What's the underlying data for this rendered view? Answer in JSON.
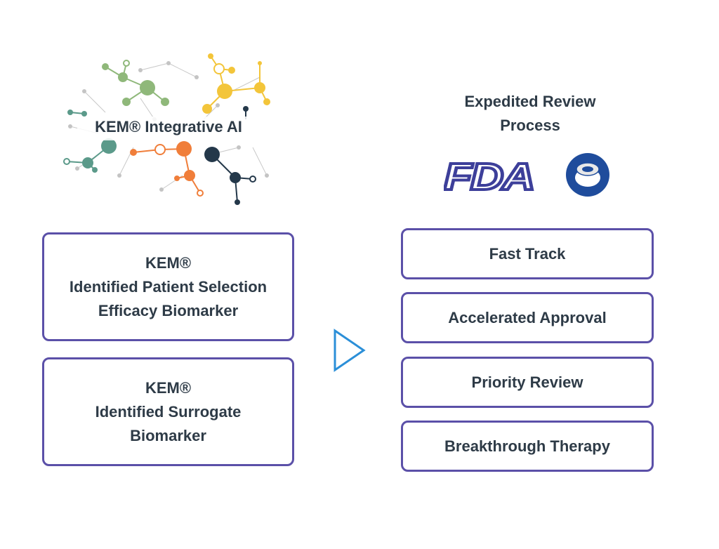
{
  "left": {
    "network_title": "KEM® Integrative AI",
    "boxes": [
      {
        "lines": [
          "KEM®",
          "Identified Patient Selection",
          "Efficacy Biomarker"
        ]
      },
      {
        "lines": [
          "KEM®",
          "Identified Surrogate",
          "Biomarker"
        ]
      }
    ]
  },
  "right": {
    "title_lines": [
      "Expedited Review",
      "Process"
    ],
    "logos": {
      "fda_text": "FDA"
    },
    "items": [
      "Fast Track",
      "Accelerated Approval",
      "Priority Review",
      "Breakthrough Therapy"
    ]
  },
  "colors": {
    "border": "#5b50a8",
    "text": "#2e3b47",
    "arrow": "#2b8fd8",
    "fda": "#3d3f9a",
    "ema": "#1f4c9c",
    "node_green": "#8fb87a",
    "node_yellow": "#f3c53a",
    "node_orange": "#f07e3a",
    "node_dark": "#24384a",
    "node_teal": "#5b9a8a",
    "node_gray": "#c4c4c4"
  }
}
